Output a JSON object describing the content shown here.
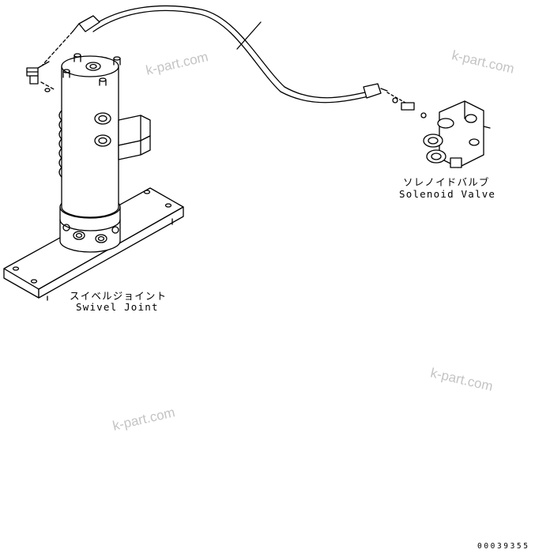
{
  "labels": {
    "solenoid_jp": "ソレノイドバルブ",
    "solenoid_en": "Solenoid Valve",
    "swivel_jp": "スイベルジョイント",
    "swivel_en": "Swivel Joint"
  },
  "watermarks": [
    "k-part.com",
    "k-part.com",
    "k-part.com",
    "k-part.com"
  ],
  "drawing_number": "00039355"
}
